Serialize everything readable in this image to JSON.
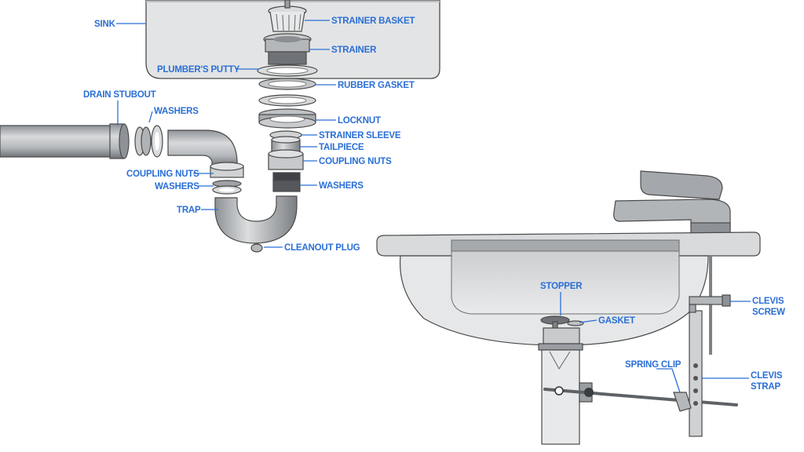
{
  "labels": {
    "sink": "SINK",
    "strainer_basket": "STRAINER BASKET",
    "strainer": "STRAINER",
    "plumbers_putty": "PLUMBER'S PUTTY",
    "rubber_gasket": "RUBBER GASKET",
    "drain_stubout": "DRAIN STUBOUT",
    "washers_top": "WASHERS",
    "locknut": "LOCKNUT",
    "strainer_sleeve": "STRAINER SLEEVE",
    "tailpiece": "TAILPIECE",
    "coupling_nuts_left": "COUPLING NUTS",
    "coupling_nuts_right": "COUPLING NUTS",
    "washers_left": "WASHERS",
    "washers_right": "WASHERS",
    "trap": "TRAP",
    "cleanout_plug": "CLEANOUT PLUG",
    "stopper": "STOPPER",
    "gasket": "GASKET",
    "clevis_screw_line1": "CLEVIS",
    "clevis_screw_line2": "SCREW",
    "spring_clip": "SPRING CLIP",
    "clevis_strap_line1": "CLEVIS",
    "clevis_strap_line2": "STRAP"
  },
  "colors": {
    "label": "#2a6fd6",
    "part_fill": "#d4d6d8",
    "part_shadow": "#9a9ea2",
    "part_stroke": "#4a4a4a",
    "sink_fill": "#e6e7e8"
  }
}
